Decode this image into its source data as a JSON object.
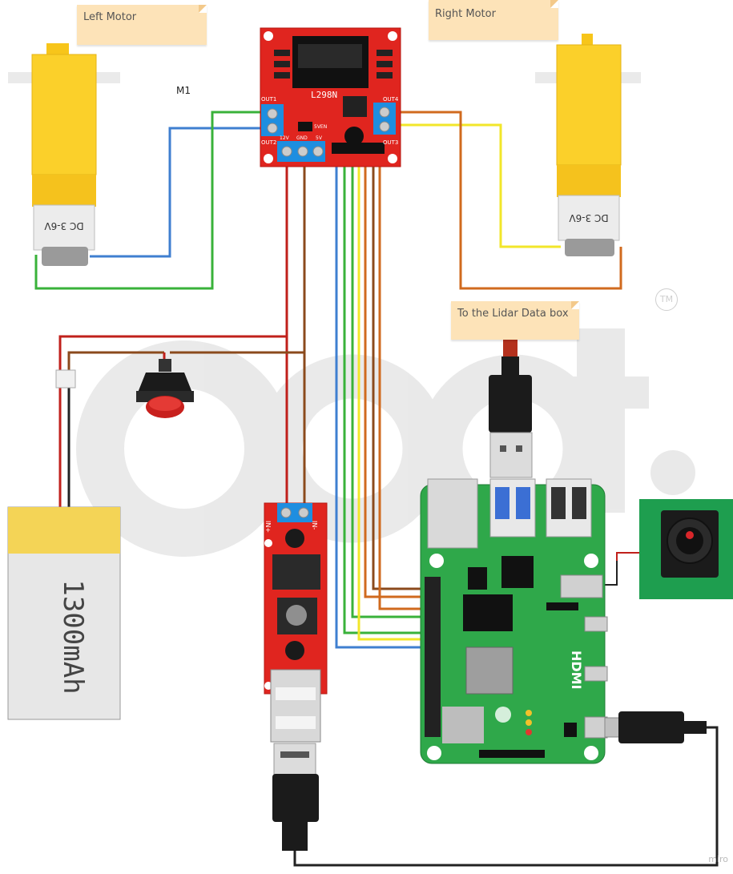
{
  "notes": {
    "left_motor": "Left Motor",
    "right_motor": "Right Motor",
    "lidar": "To the Lidar Data box"
  },
  "labels": {
    "m1": "M1",
    "battery": "1300mAh",
    "motor_left_text": "DC 3-6V",
    "motor_right_text": "DC 3-6V",
    "driver_name": "L298N",
    "out1": "OUT1",
    "out2": "OUT2",
    "out3": "OUT3",
    "out4": "OUT4",
    "v12": "12V",
    "gnd": "GND",
    "v5": "5V",
    "v5en": "5VEN",
    "in_plus": "IN+",
    "in_minus": "IN-",
    "hdmi": "HDMI",
    "watermark": "miro",
    "trademark": "TM"
  },
  "colors": {
    "wire_red": "#c0201b",
    "wire_brown": "#8b4a1c",
    "wire_blue": "#3f7fd0",
    "wire_green": "#39b23a",
    "wire_yellow": "#f2e62a",
    "wire_orange": "#d06a1e",
    "wire_black": "#222222",
    "board_red": "#e0251f",
    "board_green": "#2fa84a",
    "motor_yellow": "#fbd02a",
    "note_bg": "#fde3b8"
  }
}
